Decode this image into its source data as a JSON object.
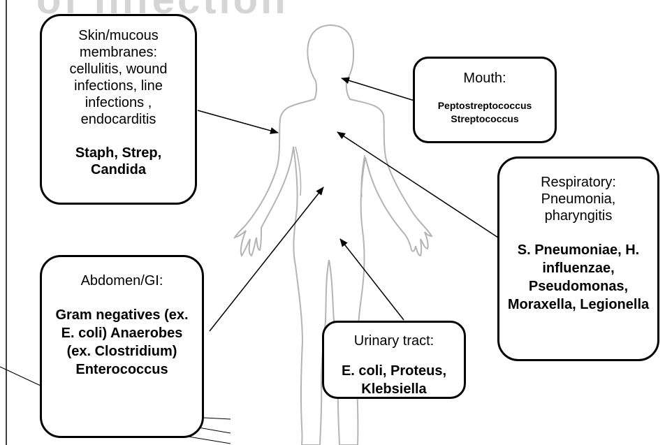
{
  "title_fragment": "of Infection",
  "regions": {
    "skin": {
      "heading": "Skin/mucous membranes: cellulitis, wound infections, line infections , endocarditis",
      "organisms": "Staph, Strep, Candida"
    },
    "mouth": {
      "heading": "Mouth:",
      "organisms": "Peptostreptococcus Streptococcus"
    },
    "respiratory": {
      "heading": "Respiratory: Pneumonia, pharyngitis",
      "organisms": "S. Pneumoniae, H. influenzae, Pseudomonas, Moraxella, Legionella"
    },
    "abdomen": {
      "heading": "Abdomen/GI:",
      "organisms": "Gram negatives (ex. E. coli) Anaerobes (ex. Clostridium) Enterococcus"
    },
    "urinary": {
      "heading": "Urinary tract:",
      "organisms": "E. coli, Proteus, Klebsiella"
    }
  },
  "colors": {
    "body_outline": "#b4b4b4",
    "box_border": "#000000",
    "arrow": "#000000",
    "title_fragment": "#d5d5d5"
  }
}
